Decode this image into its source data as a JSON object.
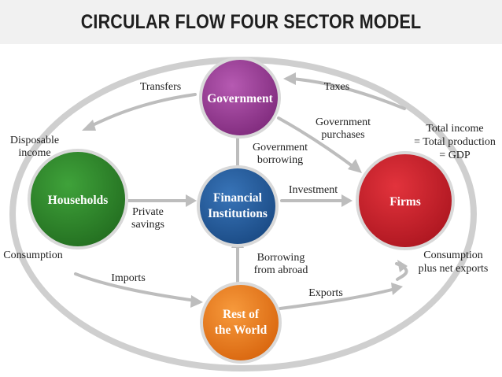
{
  "title": "CIRCULAR FLOW FOUR SECTOR MODEL",
  "colors": {
    "government": "#9b3a98",
    "households": "#2f8a2c",
    "financial": "#245a9c",
    "firms": "#d0202b",
    "rest_of_world": "#ef7d1e",
    "arrow": "#bdbdbd"
  },
  "nodes": {
    "government": [
      "Government"
    ],
    "households": [
      "Households"
    ],
    "financial": [
      "Financial",
      "Institutions"
    ],
    "firms": [
      "Firms"
    ],
    "rest_of_world": [
      "Rest of",
      "the World"
    ]
  },
  "flows": {
    "transfers": [
      "Transfers"
    ],
    "taxes": [
      "Taxes"
    ],
    "disposable_income": [
      "Disposable",
      "income"
    ],
    "government_purchases": [
      "Government",
      "purchases"
    ],
    "total_income": [
      "Total income",
      "= Total production",
      "= GDP"
    ],
    "government_borrowing": [
      "Government",
      "borrowing"
    ],
    "investment": [
      "Investment"
    ],
    "private_savings": [
      "Private",
      "savings"
    ],
    "consumption": [
      "Consumption"
    ],
    "borrowing_from_abroad": [
      "Borrowing",
      "from abroad"
    ],
    "consumption_net_exports": [
      "Consumption",
      "plus net exports"
    ],
    "imports": [
      "Imports"
    ],
    "exports": [
      "Exports"
    ]
  }
}
